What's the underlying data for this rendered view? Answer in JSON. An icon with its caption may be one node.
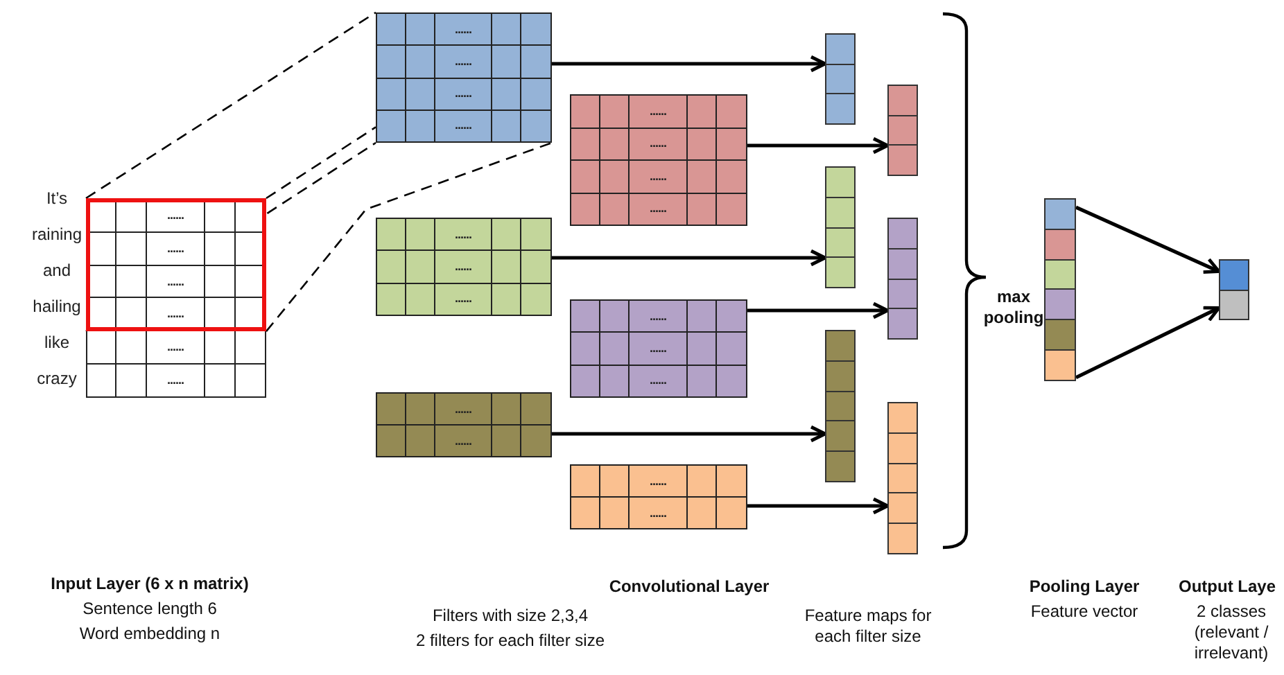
{
  "diagram": {
    "nodes": [
      {
        "text": [
          "......",
          "......",
          "......",
          "......",
          "......",
          "......"
        ],
        "beside": [
          "It’s",
          "raining",
          "and",
          "hailing",
          "like",
          "crazy"
        ]
      },
      {
        "text": [
          "......",
          "......",
          "......",
          "......"
        ]
      },
      {
        "text": [
          "......",
          "......",
          "......",
          "......"
        ]
      },
      {
        "text": [
          "......",
          "......",
          "......"
        ]
      },
      {
        "text": [
          "......",
          "......",
          "......"
        ]
      },
      {
        "text": [
          "......",
          "......"
        ]
      },
      {
        "text": [
          "......",
          "......"
        ]
      },
      {
        "text": [],
        "shape": "bar"
      },
      {
        "text": [],
        "shape": "bar"
      },
      {
        "text": [],
        "shape": "bar"
      },
      {
        "text": [],
        "shape": "bar"
      },
      {
        "text": [],
        "shape": "bar"
      },
      {
        "text": [],
        "shape": "bar"
      },
      {
        "text": [],
        "shape": "bar"
      },
      {
        "text": [],
        "shape": "bar"
      }
    ],
    "edges": [
      {
        "from": 0,
        "to": 1,
        "arrow": "none",
        "style": "dashed"
      },
      {
        "from": 0,
        "to": 1,
        "arrow": "none",
        "style": "dashed"
      },
      {
        "from": 0,
        "to": 1,
        "arrow": "none",
        "style": "dashed"
      },
      {
        "from": 0,
        "to": 1,
        "arrow": "none",
        "style": "dashed"
      },
      {
        "from": 1,
        "to": 7,
        "arrow": "to"
      },
      {
        "from": 2,
        "to": 8,
        "arrow": "to"
      },
      {
        "from": 3,
        "to": 9,
        "arrow": "to"
      },
      {
        "from": 4,
        "to": 10,
        "arrow": "to"
      },
      {
        "from": 5,
        "to": 11,
        "arrow": "to"
      },
      {
        "from": 6,
        "to": 12,
        "arrow": "to"
      },
      {
        "from": 13,
        "to": 14,
        "arrow": "to"
      },
      {
        "from": 13,
        "to": 14,
        "arrow": "to"
      }
    ],
    "labels": [
      "max pooling",
      "Input Layer (6 x n matrix)",
      "Sentence length 6",
      "Word embedding n",
      "Convolutional Layer",
      "Filters with size 2,3,4",
      "2 filters for each filter size",
      "Feature maps for each filter size",
      "Pooling Layer",
      "Feature vector",
      "Output Laye",
      "2 classes (relevant / irrelevant)"
    ]
  }
}
